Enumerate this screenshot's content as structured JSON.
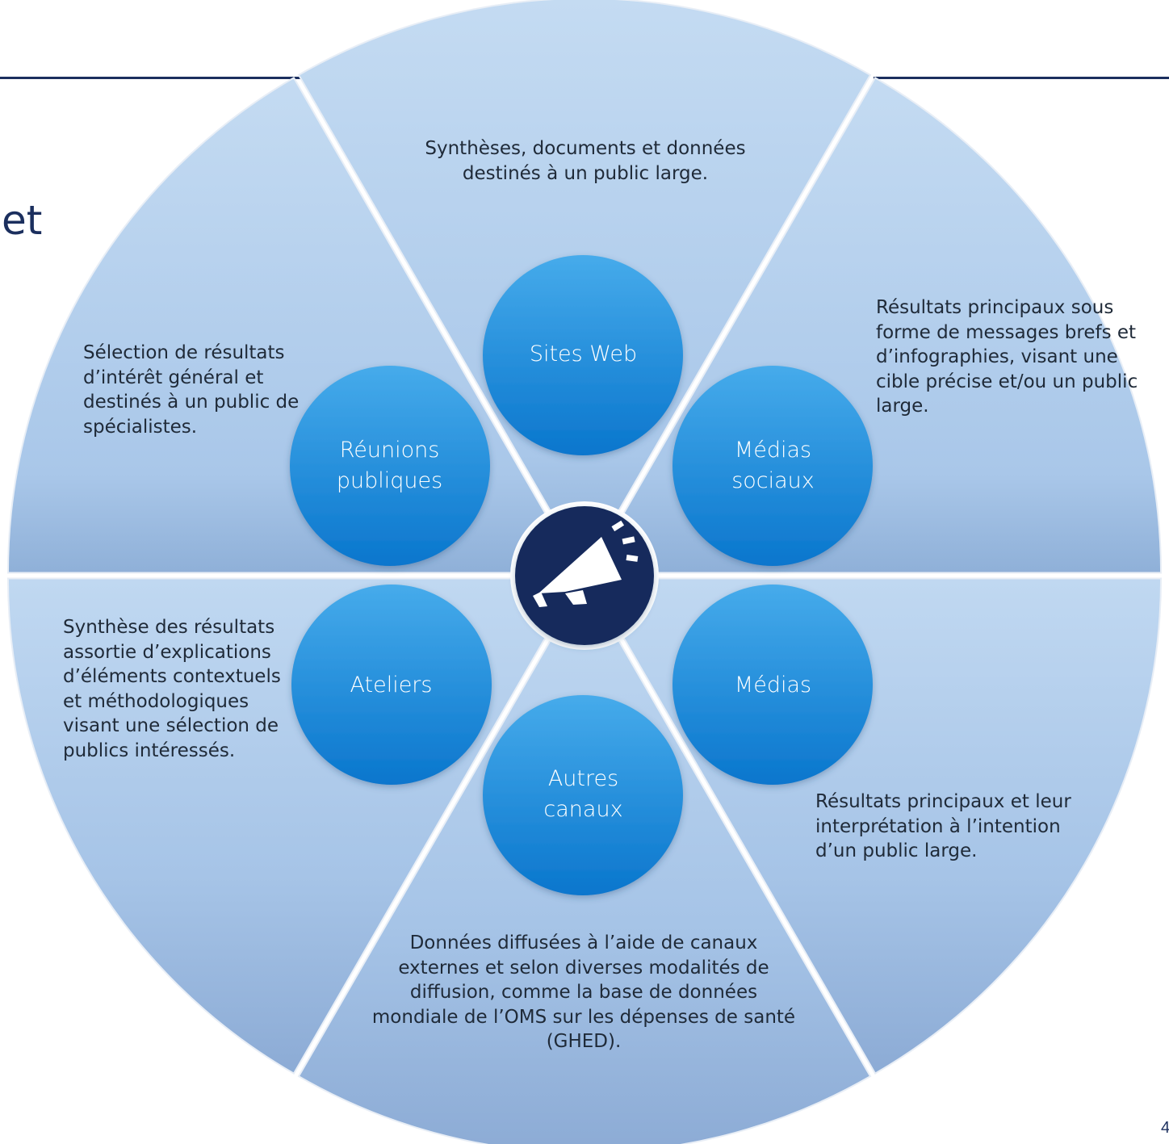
{
  "title_fragment": "et",
  "page_number": "4",
  "channels": [
    {
      "name": "Sites Web",
      "description": "Synthèses, documents et données destinés à un public large."
    },
    {
      "name": "Médias sociaux",
      "description": "Résultats principaux sous forme de messages brefs et d’infographies, visant une cible précise et/ou un public large."
    },
    {
      "name": "Médias",
      "description": "Résultats principaux et leur interprétation à l’intention d’un public large."
    },
    {
      "name": "Autres canaux",
      "description": "Données diffusées à l’aide de canaux externes et selon diverses modalités de diffusion, comme la base de données mondiale de l’OMS sur les dépenses de santé (GHED)."
    },
    {
      "name": "Ateliers",
      "description": "Synthèse des résultats assortie d’explications d’éléments contextuels et méthodologiques visant une sélection de publics intéressés."
    },
    {
      "name": "Réunions publiques",
      "description": "Sélection de résultats d’intérêt général et destinés à un public de spécialistes."
    }
  ],
  "center_icon": "megaphone-icon",
  "colors": {
    "title": "#1b2f5e",
    "segment_light": "#bdd6f0",
    "segment_dark": "#94b4db",
    "circle_light": "#41a8ea",
    "circle_dark": "#0c79cf",
    "center": "#132a5c"
  }
}
